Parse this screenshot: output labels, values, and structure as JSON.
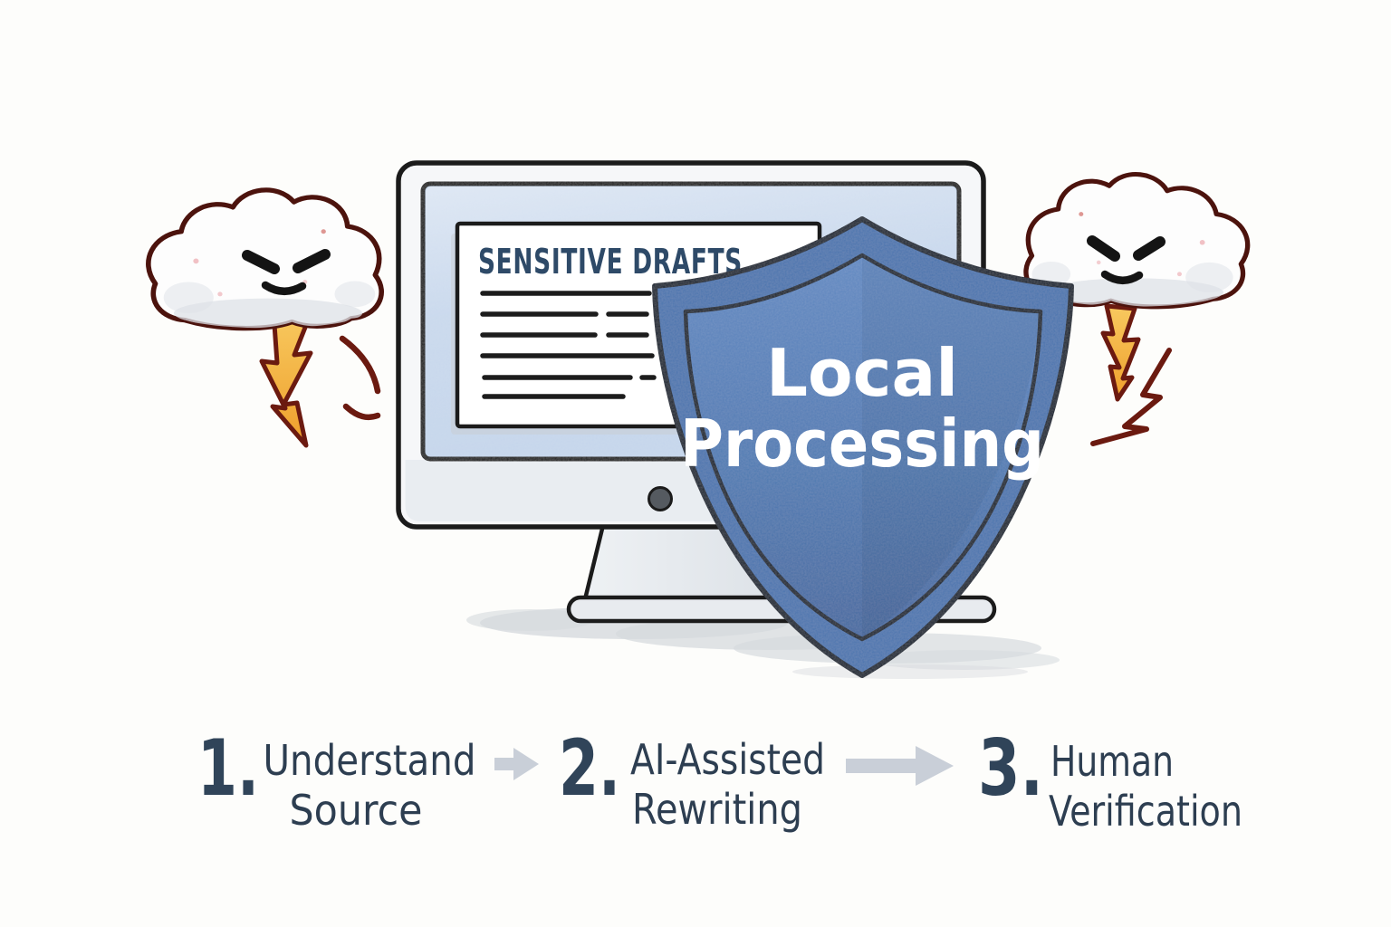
{
  "illustration": {
    "document_title": "SENSITIVE DRAFTS",
    "shield_label_line1": "Local",
    "shield_label_line2": "Processing"
  },
  "steps": [
    {
      "number": "1.",
      "line1": "Understand",
      "line2": "Source"
    },
    {
      "number": "2.",
      "line1": "AI-Assisted",
      "line2": "Rewriting"
    },
    {
      "number": "3.",
      "line1": "Human",
      "line2": "Verification"
    }
  ],
  "colors": {
    "background": "#fdfdfb",
    "outline_dark": "#1b1b1b",
    "monitor_bezel": "#f6f7f9",
    "monitor_chin": "#e9edf1",
    "screen_blue": "#c5d6eb",
    "document_white": "#ffffff",
    "doc_title_navy": "#2e4a68",
    "doc_line_dark": "#1c1c1c",
    "shield_blue": "#4c75ae",
    "shield_outline": "#182230",
    "shield_text_white": "#ffffff",
    "cloud_fill": "#fdfdfd",
    "cloud_outline": "#4c130d",
    "cloud_shade": "#dde2e7",
    "face_black": "#141414",
    "lightning_orange": "#f5ae3d",
    "lightning_outline": "#6b1a10",
    "swoosh_maroon": "#6b1a10",
    "step_number": "#304459",
    "step_label": "#2d3e51",
    "arrow_gray": "#c9cfd8",
    "shadow_gray": "#d6dade"
  }
}
